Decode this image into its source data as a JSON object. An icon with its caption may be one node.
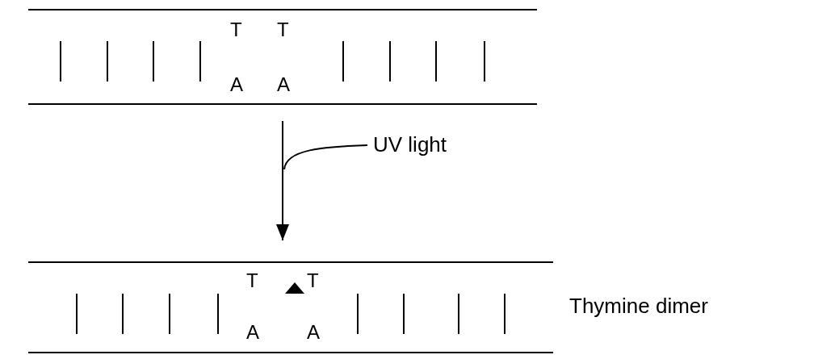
{
  "diagram": {
    "nodes": [
      {
        "text": [
          "T",
          "T",
          "A",
          "A"
        ]
      },
      {
        "text": [
          "T",
          "T",
          "A",
          "A"
        ],
        "beside": [
          "Thymine dimer"
        ]
      }
    ],
    "edges": [
      {
        "from": 0,
        "to": 1,
        "arrow": "to",
        "label": "UV light"
      }
    ]
  }
}
